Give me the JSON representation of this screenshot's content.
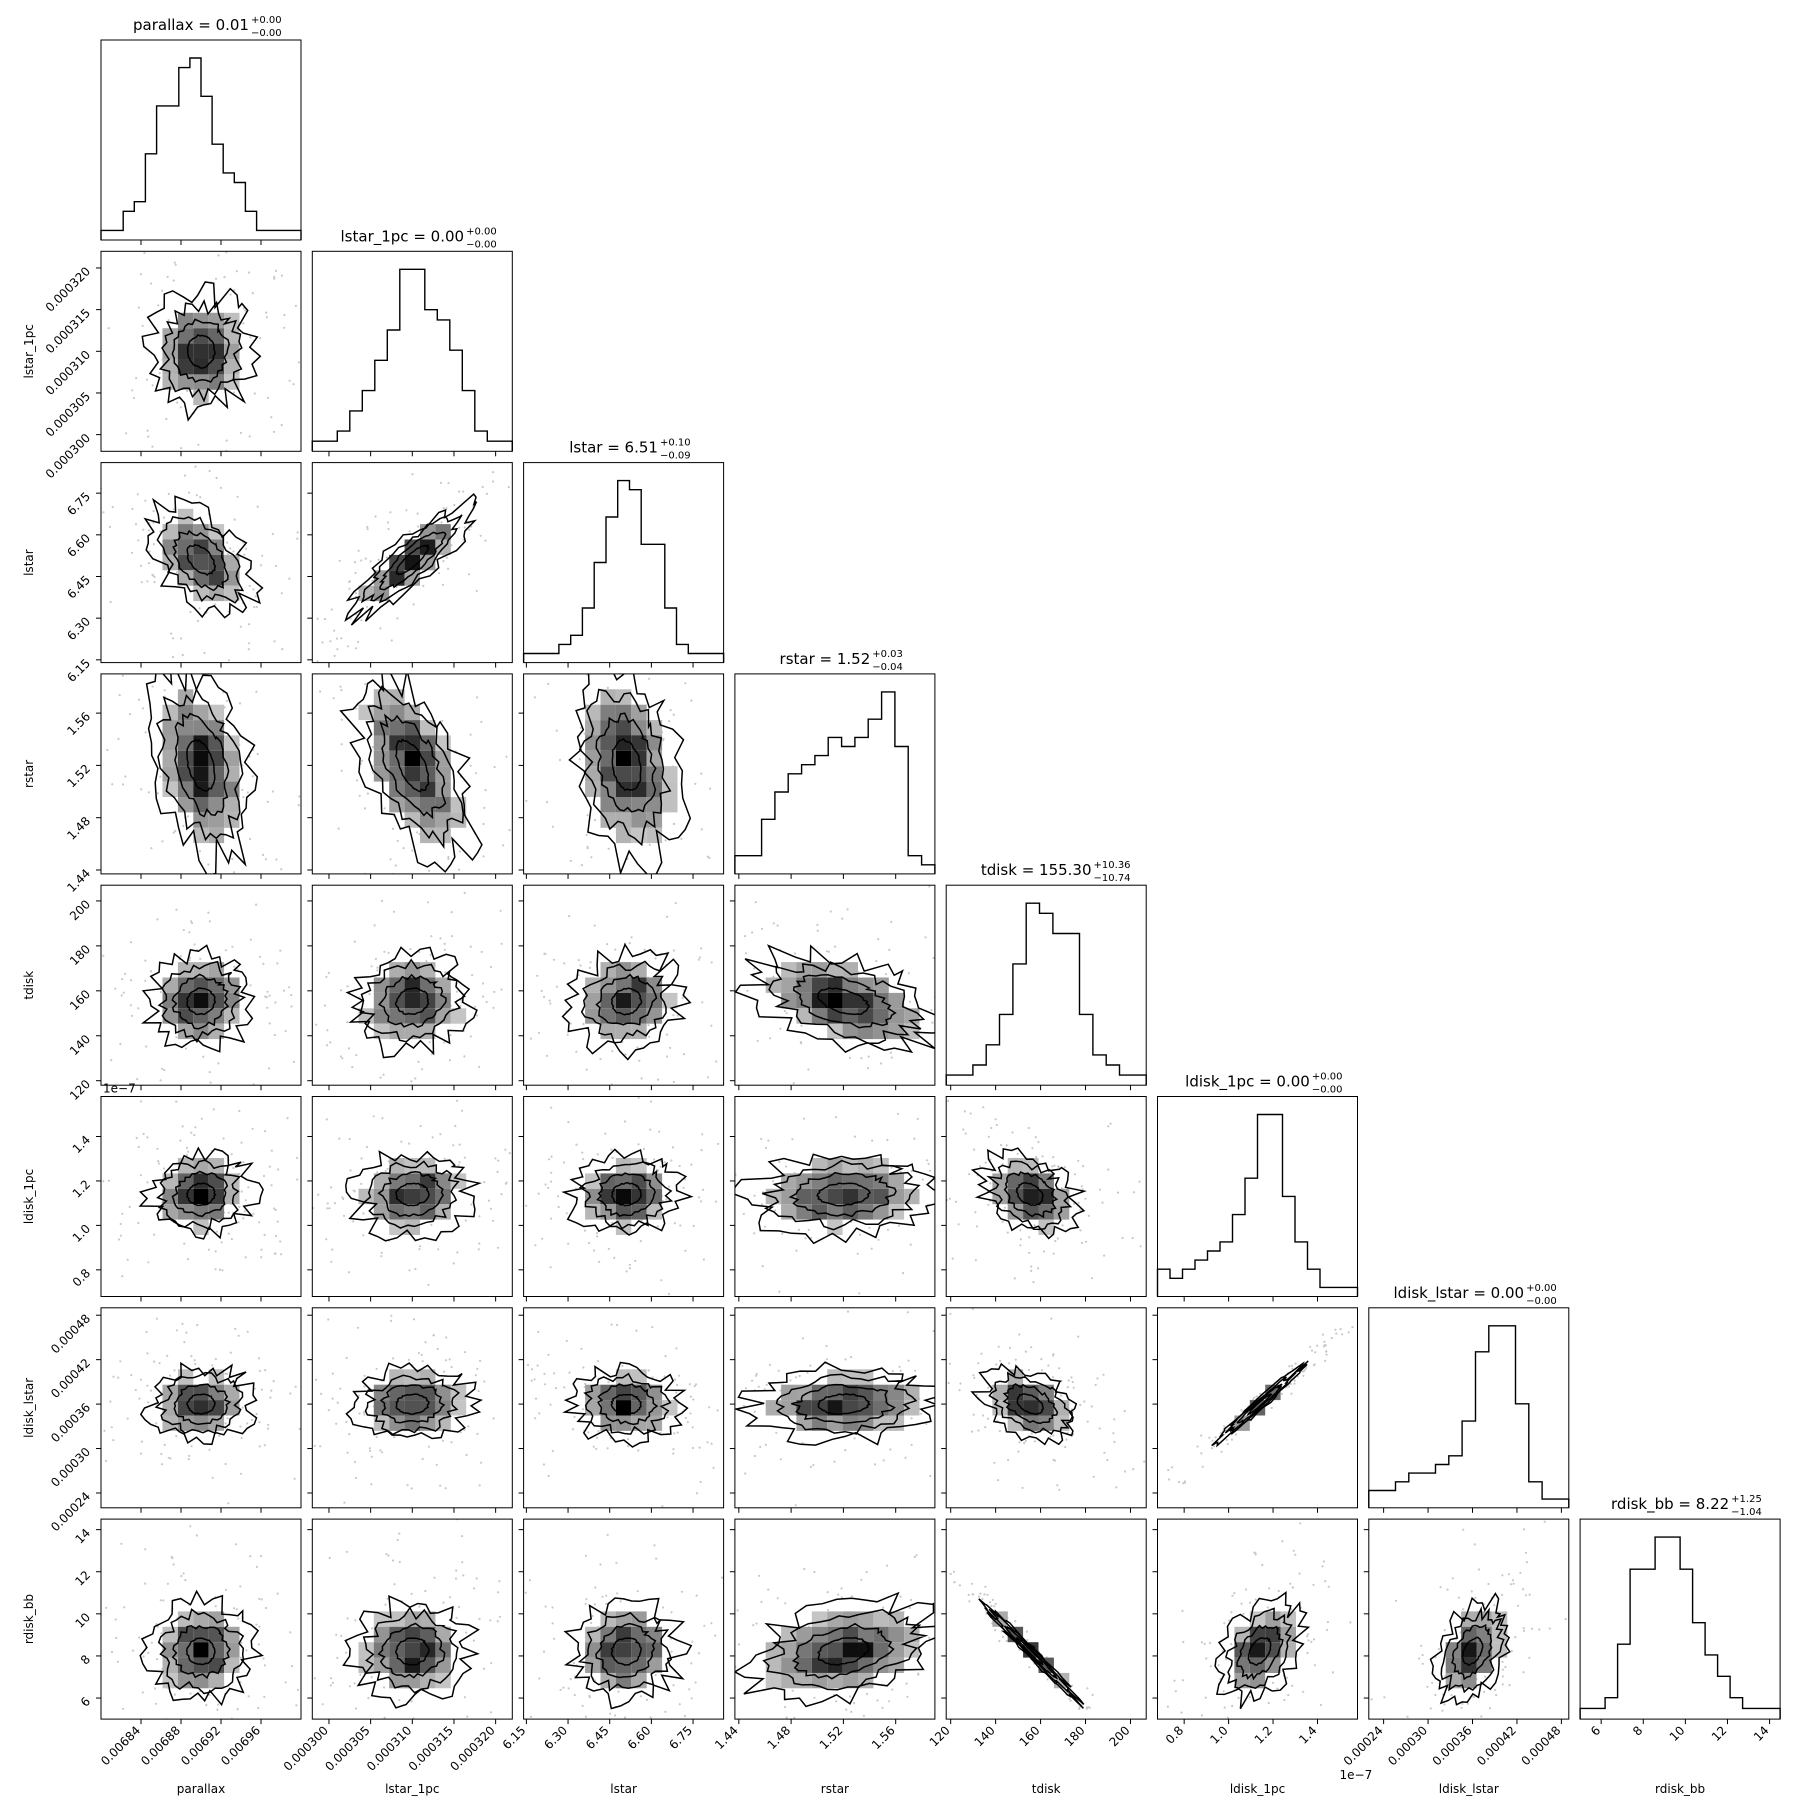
{
  "figure": {
    "type": "corner",
    "background": "#ffffff",
    "ink_color": "#000000",
    "scatter_color": "#c8c8c8"
  },
  "chart_data": {
    "type": "corner",
    "parameters": [
      {
        "name": "parallax",
        "label": "parallax",
        "range": [
          0.0068,
          0.007
        ],
        "ticks": [
          0.00684,
          0.00688,
          0.00692,
          0.00696
        ],
        "tick_labels": [
          "0.00684",
          "0.00688",
          "0.00692",
          "0.00696"
        ],
        "median": 0.0069,
        "sigma": 2.5e-05,
        "title": "parallax = 0.01",
        "err_plus": "+0.00",
        "err_minus": "−0.00"
      },
      {
        "name": "lstar_1pc",
        "label": "lstar_1pc",
        "range": [
          0.000298,
          0.000322
        ],
        "ticks": [
          0.0003,
          0.000305,
          0.00031,
          0.000315,
          0.00032
        ],
        "tick_labels": [
          "0.000300",
          "0.000305",
          "0.000310",
          "0.000315",
          "0.000320"
        ],
        "median": 0.00031,
        "sigma": 3.5e-06,
        "title": "lstar_1pc = 0.00",
        "err_plus": "+0.00",
        "err_minus": "−0.00"
      },
      {
        "name": "lstar",
        "label": "lstar",
        "range": [
          6.14,
          6.86
        ],
        "ticks": [
          6.15,
          6.3,
          6.45,
          6.6,
          6.75
        ],
        "tick_labels": [
          "6.15",
          "6.30",
          "6.45",
          "6.60",
          "6.75"
        ],
        "median": 6.51,
        "sigma": 0.095,
        "title": "lstar = 6.51",
        "err_plus": "+0.10",
        "err_minus": "−0.09"
      },
      {
        "name": "rstar",
        "label": "rstar",
        "range": [
          1.437,
          1.59
        ],
        "ticks": [
          1.44,
          1.48,
          1.52,
          1.56
        ],
        "tick_labels": [
          "1.44",
          "1.48",
          "1.52",
          "1.56"
        ],
        "median": 1.52,
        "sigma": 0.035,
        "title": "rstar = 1.52",
        "err_plus": "+0.03",
        "err_minus": "−0.04"
      },
      {
        "name": "tdisk",
        "label": "tdisk",
        "range": [
          118,
          207
        ],
        "ticks": [
          120,
          140,
          160,
          180,
          200
        ],
        "tick_labels": [
          "120",
          "140",
          "160",
          "180",
          "200"
        ],
        "median": 155.3,
        "sigma": 10.5,
        "title": "tdisk = 155.30",
        "err_plus": "+10.36",
        "err_minus": "−10.74"
      },
      {
        "name": "ldisk_1pc",
        "label": "ldisk_1pc",
        "range": [
          6.8e-08,
          1.58e-07
        ],
        "ticks": [
          8e-08,
          1e-07,
          1.2e-07,
          1.4e-07
        ],
        "tick_labels": [
          "0.8",
          "1.0",
          "1.2",
          "1.4"
        ],
        "offset_label": "1e−7",
        "median": 1.14e-07,
        "sigma": 9e-09,
        "title": "ldisk_1pc = 0.00",
        "err_plus": "+0.00",
        "err_minus": "−0.00"
      },
      {
        "name": "ldisk_lstar",
        "label": "ldisk_lstar",
        "range": [
          0.00022,
          0.00049
        ],
        "ticks": [
          0.00024,
          0.0003,
          0.00036,
          0.00042,
          0.00048
        ],
        "tick_labels": [
          "0.00024",
          "0.00030",
          "0.00036",
          "0.00042",
          "0.00048"
        ],
        "median": 0.00036,
        "sigma": 2.4e-05,
        "title": "ldisk_lstar = 0.00",
        "err_plus": "+0.00",
        "err_minus": "−0.00"
      },
      {
        "name": "rdisk_bb",
        "label": "rdisk_bb",
        "range": [
          5.0,
          14.5
        ],
        "ticks": [
          6,
          8,
          10,
          12,
          14
        ],
        "tick_labels": [
          "6",
          "8",
          "10",
          "12",
          "14"
        ],
        "median": 8.22,
        "sigma": 1.15,
        "title": "rdisk_bb = 8.22",
        "err_plus": "+1.25",
        "err_minus": "−1.04"
      }
    ],
    "histograms": [
      [
        1,
        1,
        3,
        4,
        9,
        14,
        14,
        18,
        19,
        15,
        10,
        7,
        6,
        3,
        1,
        1,
        1,
        1
      ],
      [
        1,
        1,
        2,
        4,
        6,
        9,
        12,
        18,
        18,
        14,
        13,
        10,
        6,
        2,
        1,
        1
      ],
      [
        1,
        1,
        1,
        2,
        3,
        6,
        11,
        16,
        20,
        19,
        13,
        13,
        6,
        2,
        1,
        1,
        1
      ],
      [
        2,
        2,
        6,
        9,
        11,
        12,
        13,
        15,
        14,
        15,
        17,
        20,
        14,
        2,
        1
      ],
      [
        1,
        1,
        2,
        4,
        7,
        12,
        18,
        17,
        15,
        15,
        7,
        3,
        2,
        1,
        1
      ],
      [
        3,
        2,
        3,
        4,
        5,
        6,
        9,
        13,
        20,
        20,
        11,
        6,
        3,
        1,
        1,
        1
      ],
      [
        2,
        2,
        3,
        4,
        4,
        5,
        6,
        10,
        18,
        21,
        21,
        12,
        3,
        1,
        1
      ],
      [
        1,
        1,
        2,
        7,
        14,
        14,
        17,
        17,
        14,
        9,
        6,
        4,
        2,
        1,
        1,
        1
      ]
    ],
    "correlations": [
      [
        1,
        0,
        0,
        0,
        0,
        0,
        0,
        0
      ],
      [
        0,
        1,
        0,
        0,
        0,
        0,
        0,
        0
      ],
      [
        -0.45,
        0.85,
        1,
        0,
        0,
        0,
        0,
        0
      ],
      [
        -0.35,
        -0.55,
        -0.25,
        1,
        0,
        0,
        0,
        0
      ],
      [
        0.05,
        0.1,
        0.1,
        -0.45,
        1,
        0,
        0,
        0
      ],
      [
        0.05,
        0.05,
        0.05,
        0.1,
        -0.3,
        1,
        0,
        0
      ],
      [
        0.05,
        0.05,
        -0.05,
        0.1,
        -0.4,
        0.98,
        1,
        0
      ],
      [
        0,
        0.05,
        0.05,
        0.3,
        -0.99,
        0.4,
        0.4,
        1
      ]
    ]
  }
}
